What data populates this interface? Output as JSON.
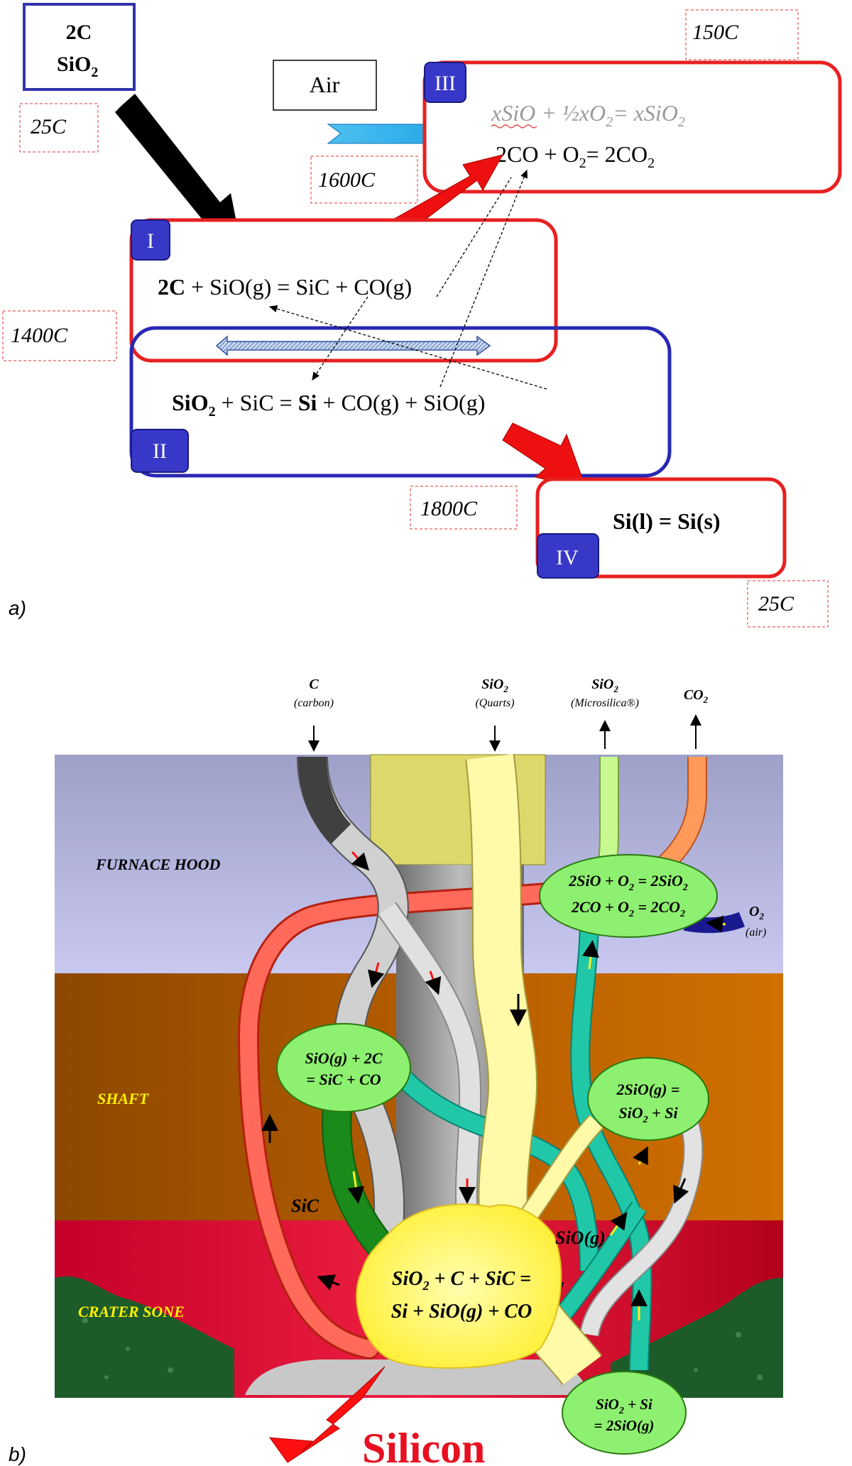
{
  "panel_a": {
    "label": "a)",
    "inputs": {
      "line1": "2C",
      "line2_main": "SiO",
      "line2_sub": "2"
    },
    "temps": {
      "t_input": "25C",
      "t_top": "150C",
      "t_mid": "1600C",
      "t_left": "1400C",
      "t_bottom": "1800C",
      "t_output": "25C"
    },
    "air_label": "Air",
    "zones": {
      "z1": {
        "label": "I",
        "eq_bold": "2C",
        "eq_rest": " + SiO(g) = SiC + CO(g)"
      },
      "z2": {
        "label": "II",
        "eq_bold1": "SiO",
        "eq_sub": "2",
        "eq_mid": " + SiC = ",
        "eq_bold2": "Si",
        "eq_rest": " + CO(g) + SiO(g)"
      },
      "z3": {
        "label": "III",
        "eq1_a": "xSiO + ½xO",
        "eq1_sub1": "2",
        "eq1_b": "= xSiO",
        "eq1_sub2": "2",
        "eq2_a": "2CO + O",
        "eq2_sub1": "2",
        "eq2_b": "= 2CO",
        "eq2_sub2": "2"
      },
      "z4": {
        "label": "IV",
        "eq": "Si(l) = Si(s)"
      }
    }
  },
  "panel_b": {
    "label": "b)",
    "top_labels": {
      "c": "C",
      "c_sub": "(carbon)",
      "sio2_q": "SiO",
      "sio2_q_2": "2",
      "sio2_q_sub": "(Quarts)",
      "sio2_m": "SiO",
      "sio2_m_2": "2",
      "sio2_m_sub": "(Microsilica®)",
      "co2": "CO",
      "co2_2": "2"
    },
    "zones": {
      "hood": "FURNACE HOOD",
      "shaft": "SHAFT",
      "crater": "CRATER SONE"
    },
    "reactions": {
      "top_1": "2SiO + O",
      "top_1b": "2",
      "top_1c": " = 2SiO",
      "top_1d": "2",
      "top_2": "2CO + O",
      "top_2b": "2",
      "top_2c": " = 2CO",
      "top_2d": "2",
      "left_1": "SiO(g) + 2C",
      "left_2": "= SiC + CO",
      "right_1": "2SiO(g) =",
      "right_2a": "SiO",
      "right_2b": "2",
      "right_2c": " + Si",
      "bottom_1a": "SiO",
      "bottom_1b": "2",
      "bottom_1c": " + Si",
      "bottom_2": "= 2SiO(g)",
      "center_1a": "SiO",
      "center_1b": "2",
      "center_1c": " + C + SiC =",
      "center_2": "Si + SiO(g) + CO"
    },
    "o2": "O",
    "o2_2": "2",
    "o2_sub": "(air)",
    "sic_label": "SiC",
    "sio_g_label": "SiO(g)",
    "product": "Silicon"
  }
}
